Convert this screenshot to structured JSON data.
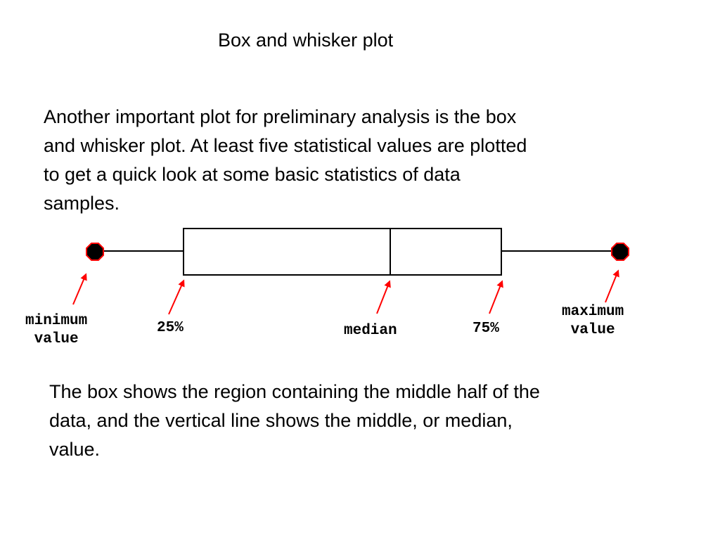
{
  "title": "Box and whisker plot",
  "intro_lines": [
    "Another important plot for preliminary analysis is the box",
    "and whisker plot.  At least five statistical values are plotted",
    "to get a quick look at some basic statistics of data",
    "samples."
  ],
  "labels": {
    "minimum": [
      "minimum",
      " value"
    ],
    "q1": "25%",
    "median": "median",
    "q3": "75%",
    "maximum": [
      "maximum",
      " value"
    ]
  },
  "outro_lines": [
    "The box shows the region containing the middle half of the",
    "data, and the vertical line shows the middle, or median,",
    "value."
  ],
  "colors": {
    "arrow": "#ff0000",
    "endpoint_fill": "#000000",
    "endpoint_outline": "#ff0000",
    "lines": "#000000"
  }
}
